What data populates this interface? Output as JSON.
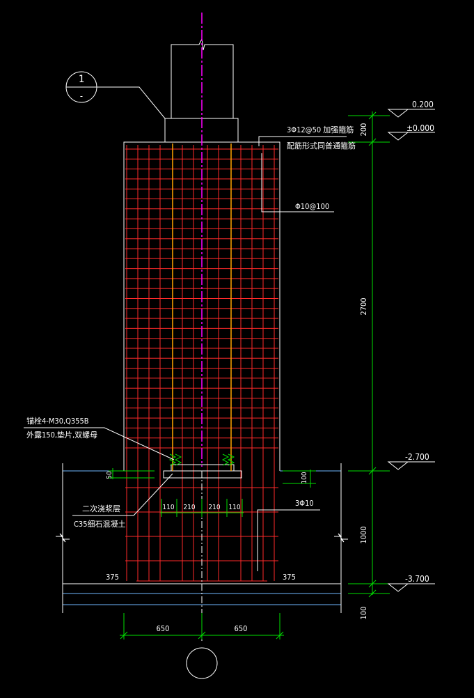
{
  "colors": {
    "background": "#000000",
    "rebar": "#ff2a2a",
    "outline": "#ffffff",
    "dimension": "#00e000",
    "centerline": "#ff00ff",
    "anchor": "#ffa500",
    "ground": "#6fb8ff"
  },
  "section_marker": {
    "number": "1",
    "sub": "-"
  },
  "elevations": {
    "top": "0.200",
    "ground": "±0.000",
    "mid": "-2.700",
    "bottom": "-3.700"
  },
  "rebar_labels": {
    "stirrup_top_line1": "3Φ12@50 加强箍筋",
    "stirrup_top_line2": "配筋形式同普通箍筋",
    "stirrup_main": "Φ10@100",
    "stirrup_bottom": "3Φ10"
  },
  "anchor_labels": {
    "line1": "锚栓4-M30,Q355B",
    "line2": "外露150,垫片,双螺母"
  },
  "grout_labels": {
    "line1": "二次浇浆层",
    "line2": "C35细石混凝土"
  },
  "dimensions": {
    "top_200": "200",
    "mid_2700": "2700",
    "low_1000": "1000",
    "base_100": "100",
    "grout_50": "50",
    "plate_100": "100",
    "bolt_110_left": "110",
    "bolt_210_left": "210",
    "bolt_210_right": "210",
    "bolt_110_right": "110",
    "edge_375_left": "375",
    "edge_375_right": "375",
    "width_650_left": "650",
    "width_650_right": "650"
  }
}
